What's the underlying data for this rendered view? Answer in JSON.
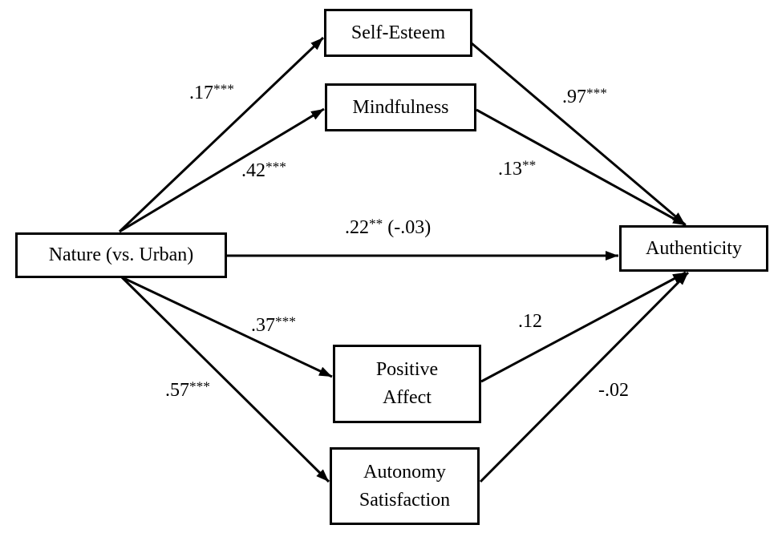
{
  "figure": {
    "background": "#ffffff",
    "line_color": "#000000"
  },
  "nodes": {
    "nature": {
      "label": "Nature (vs. Urban)"
    },
    "self_esteem": {
      "label": "Self-Esteem"
    },
    "mindfulness": {
      "label": "Mindfulness"
    },
    "positive_affect": {
      "label_line1": "Positive",
      "label_line2": "Affect"
    },
    "autonomy_satisfaction": {
      "label_line1": "Autonomy",
      "label_line2": "Satisfaction"
    },
    "authenticity": {
      "label": "Authenticity"
    }
  },
  "coefficients": {
    "nature_to_self_esteem": {
      "value": ".17",
      "stars": "***"
    },
    "nature_to_mindfulness": {
      "value": ".42",
      "stars": "***"
    },
    "self_esteem_to_authenticity": {
      "value": ".97",
      "stars": "***"
    },
    "mindfulness_to_authenticity": {
      "value": ".13",
      "stars": "**"
    },
    "nature_to_authenticity_direct": {
      "value": ".22",
      "stars": "**",
      "suffix": " (-.03)"
    },
    "nature_to_positive_affect": {
      "value": ".37",
      "stars": "***"
    },
    "positive_affect_to_authenticity": {
      "value": ".12",
      "stars": ""
    },
    "nature_to_autonomy_satisfaction": {
      "value": ".57",
      "stars": "***"
    },
    "autonomy_satisfaction_to_authenticity": {
      "value": "-.02",
      "stars": ""
    }
  }
}
